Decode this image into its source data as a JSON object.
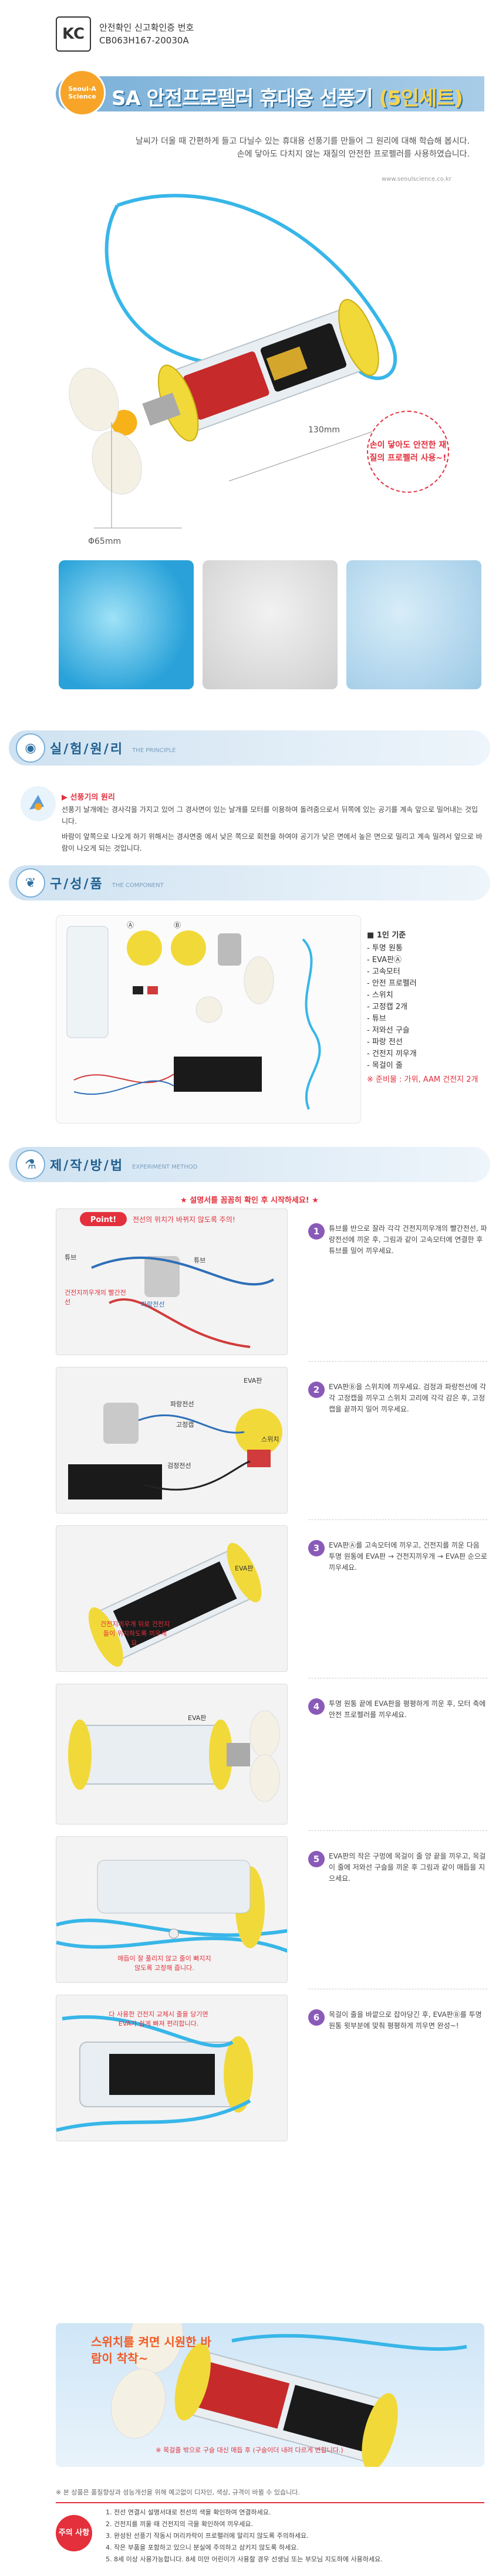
{
  "cert": {
    "mark": "KC",
    "line1": "안전확인 신고확인증 번호",
    "line2": "CB063H167-20030A"
  },
  "badge": "Seoul-A Science",
  "title": {
    "main": "SA 안전프로펠러 휴대용 선풍기",
    "sub": "(5인세트)"
  },
  "intro": [
    "날씨가 더울 때 간편하게 들고 다닐수 있는 휴대용 선풍기를 만들어 그 원리에 대해 학습해 봅시다.",
    "손에 닿아도 다치지 않는 재질의 안전한 프로펠러를 사용하였습니다."
  ],
  "url": "www.seoulscience.co.kr",
  "hero": {
    "length": "130mm",
    "diameter": "Φ65mm",
    "callout": "손이 닿아도 안전한 재질의 프로펠러 사용~!"
  },
  "principle_section": {
    "ko": "실/험/원/리",
    "en": "THE PRINCIPLE"
  },
  "principle": {
    "title": "선풍기의 원리",
    "p1": "선풍기 날개에는 경사각을 가지고 있어 그 경사면이 있는 날개를 모터를 이용하여 돌려줌으로서 뒤쪽에 있는 공기를 계속 앞으로 밀어내는 것입니다.",
    "p2": "바람이 앞쪽으로 나오게 하기 위해서는 경사면중 에서 낮은 쪽으로 회전을 하여야 공기가 낮은 면에서 높은 면으로 밀리고 계속 밀려서 앞으로 바람이 나오게 되는 것입니다."
  },
  "component_section": {
    "ko": "구/성/품",
    "en": "THE COMPONENT"
  },
  "components": {
    "head": "■ 1인 기준",
    "items": [
      "- 투명 원통",
      "- EVA판Ⓐ",
      "- 고속모터",
      "- 안전 프로펠러",
      "- 스위치",
      "- 고정캡 2개",
      "- 튜브",
      "- 저와선 구슬",
      "- 파랑 전선",
      "- 건전지 끼우개",
      "- 목걸이 줄"
    ],
    "note": "※ 준비물 : 가위, AAM 건전지 2개",
    "labels": [
      "Ⓐ",
      "Ⓑ"
    ]
  },
  "method_section": {
    "ko": "제/작/방/법",
    "en": "EXPERIMENT METHOD"
  },
  "safety": "★ 설명서를 꼼꼼히 확인 후 시작하세요! ★",
  "steps": [
    {
      "num": "1",
      "text": "튜브를 반으로 잘라 각각 건전지끼우개의 빨간전선, 파랑전선에 끼운 후, 그림과 같이 고속모터에 연결한 후 튜브를 밀어 끼우세요.",
      "labels": {
        "point": "Point!",
        "point_text": "전선의 위치가 바뀌지 않도록 주의!",
        "tube1": "튜브",
        "tube2": "튜브",
        "red_wire": "건전지끼우개의 빨간전선",
        "blue_wire": "파랑전선"
      }
    },
    {
      "num": "2",
      "text": "EVA판Ⓑ을 스위치에 끼우세요. 검정과 파랑전선에 각각 고정캡을 끼우고 스위치 고리에 각각 감은 후, 고정캡을 끝까지 밀어 끼우세요.",
      "labels": {
        "eva": "EVA판",
        "blue": "파랑전선",
        "cap": "고정캡",
        "switch": "스위치",
        "black": "검정전선"
      }
    },
    {
      "num": "3",
      "text": "EVA판Ⓐ를 고속모터에 끼우고, 건전지를 끼운 다음 투명 원통에 EVA판 → 건전지끼우개 → EVA판 순으로 끼우세요.",
      "labels": {
        "eva": "EVA판",
        "warn": "건전지끼우개 뒤로 건전지들이 위치하도록 끼우세요."
      }
    },
    {
      "num": "4",
      "text": "투명 원통 끝에 EVA판을 평평하게 끼운 후, 모터 축에 안전 프로펠러를 끼우세요.",
      "labels": {
        "eva": "EVA판"
      }
    },
    {
      "num": "5",
      "text": "EVA판의 작은 구멍에 목걸이 줄 양 끝을 끼우고, 목걸이 줄에 저와선 구슬을 끼운 후 그림과 같이 매듭을 지으세요.",
      "labels": {
        "knot": "매듭이 잘 풀리지 않고 줄이 빠지지 않도록 고정해 줍니다."
      }
    },
    {
      "num": "6",
      "text": "목걸이 줄을 바깥으로 잡아당긴 후, EVA판Ⓑ를 투명 원통 윗부분에 맞춰 평평하게 끼우면 완성~!",
      "labels": {
        "warn": "다 사용한 건전지 교체시 줄을 당기면 EVA가 쉽게 빠져 편리합니다."
      }
    }
  ],
  "final": {
    "caption": "스위치를 켜면 시원한 바람이 착착~",
    "note": "※ 목걸줄 밖으로 구슬 대신 매듭 후 (구슬이더 내려 다르게 변합니다.)"
  },
  "notice": "※ 본 상품은 품질향상과 성능개선을 위해 예고없이 디자인, 색상, 규격이 바뀔 수 있습니다.",
  "caution": {
    "tag": "주의 사항",
    "items": [
      "1. 전선 연결시 설명서대로 전선의 색을 확인하여 연결하세요.",
      "2. 건전지를 끼울 때 건전지의 극을 확인하여 끼우세요.",
      "3. 완성된 선풍기 작동시 머리카락이 프로펠러에 말리지 않도록 주의하세요.",
      "4. 작은 부품을 포함하고 있으니 분실에 주의하고 삼키지 않도록 하세요.",
      "5. 8세 이상 사용가능합니다. 8세 미만 어린이가 사용할 경우 선생님 또는 부모님 지도하에 사용하세요."
    ]
  }
}
